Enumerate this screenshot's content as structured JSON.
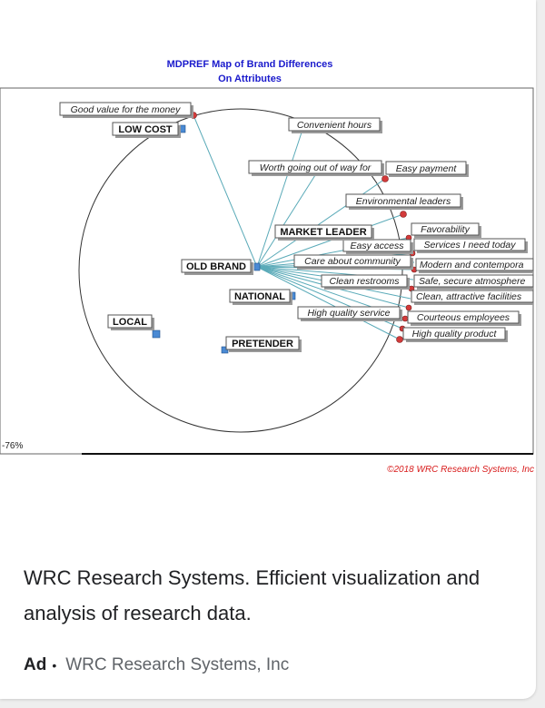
{
  "map": {
    "title_line1": "MDPREF Map of Brand Differences",
    "title_line2": "On Attributes",
    "axis_label": "-76%",
    "copyright": "©2018 WRC Research Systems, Inc",
    "attributes": [
      "Good value for the money",
      "Convenient hours",
      "Worth going out of way for",
      "Easy payment",
      "Environmental leaders",
      "Favorability",
      "Easy access",
      "Services I need today",
      "Care about community",
      "Modern and contempora",
      "Clean restrooms",
      "Safe, secure atmosphere",
      "Clean, attractive facilities",
      "High quality service",
      "Courteous employees",
      "High quality product"
    ],
    "brands": [
      "LOW COST",
      "MARKET LEADER",
      "OLD BRAND",
      "NATIONAL",
      "LOCAL",
      "PRETENDER"
    ],
    "colors": {
      "title": "#1a1acc",
      "vector": "#5aaab8",
      "endpoint": "#d33a3a",
      "brand_marker": "#4a8ad4",
      "copyright": "#d81b1b"
    }
  },
  "ad": {
    "headline": "WRC Research Systems. Efficient visualization and analysis of research data.",
    "badge": "Ad",
    "separator": "•",
    "advertiser": "WRC Research Systems, Inc"
  }
}
